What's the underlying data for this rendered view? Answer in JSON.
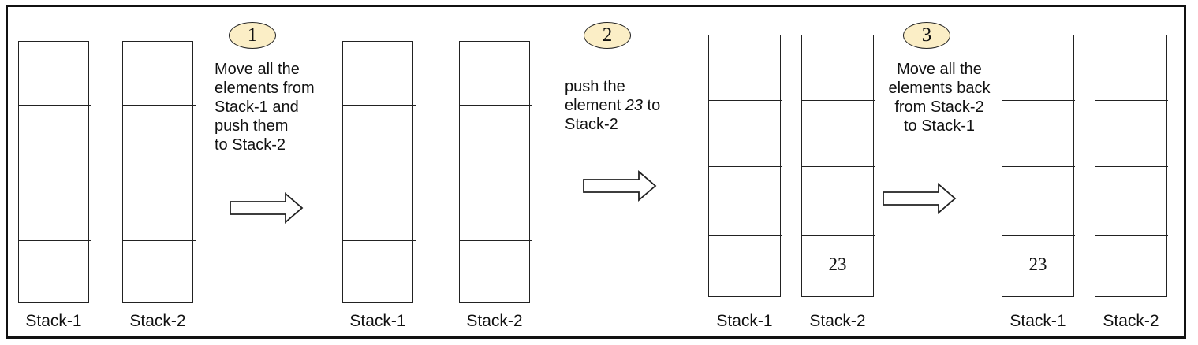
{
  "steps": [
    {
      "number": "1",
      "lines": [
        "Move all the",
        "elements from",
        "Stack-1 and",
        "push them",
        "to Stack-2"
      ]
    },
    {
      "number": "2",
      "line1": "push the",
      "line2_prefix": "element ",
      "line2_value": "23",
      "line2_suffix": " to",
      "line3": "Stack-2"
    },
    {
      "number": "3",
      "lines": [
        "Move all the",
        "elements back",
        "from Stack-2",
        "to Stack-1"
      ]
    }
  ],
  "stages": [
    {
      "labels": [
        "Stack-1",
        "Stack-2"
      ],
      "stack1_bottom": "",
      "stack2_bottom": ""
    },
    {
      "labels": [
        "Stack-1",
        "Stack-2"
      ],
      "stack1_bottom": "",
      "stack2_bottom": ""
    },
    {
      "labels": [
        "Stack-1",
        "Stack-2"
      ],
      "stack1_bottom": "",
      "stack2_bottom": "23"
    },
    {
      "labels": [
        "Stack-1",
        "Stack-2"
      ],
      "stack1_bottom": "23",
      "stack2_bottom": ""
    }
  ],
  "colors": {
    "badge_fill": "#fbeec6",
    "stroke": "#222222"
  }
}
